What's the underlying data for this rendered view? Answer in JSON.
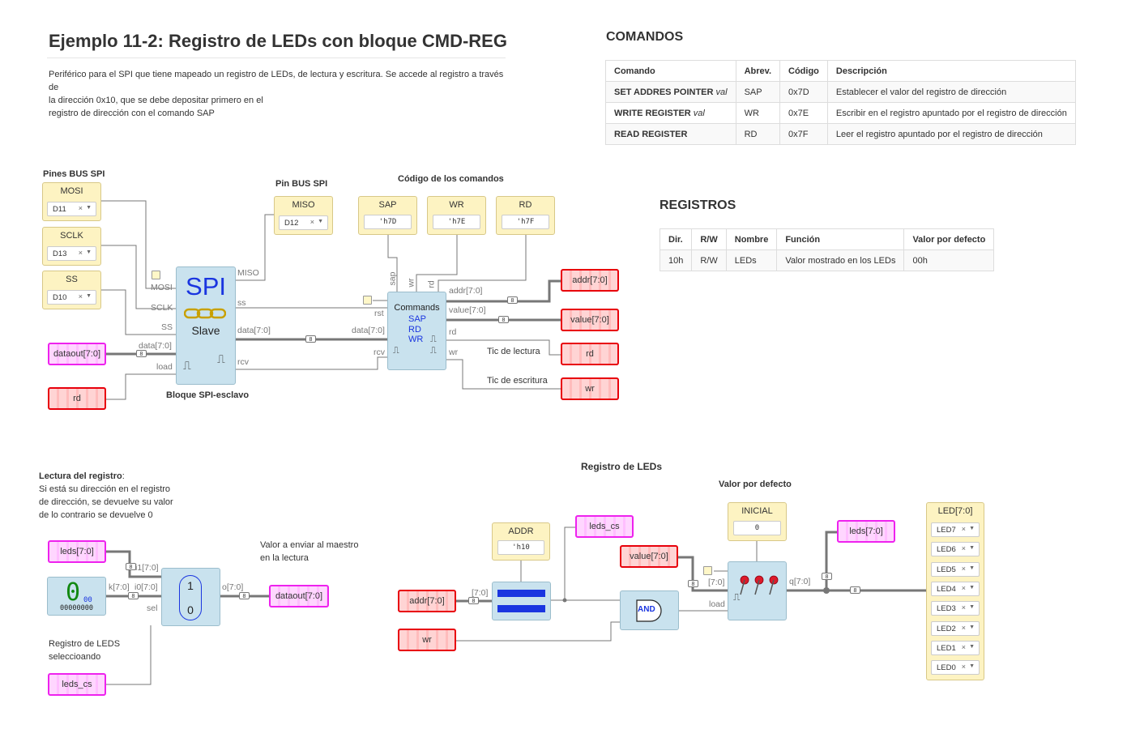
{
  "header": {
    "title": "Ejemplo 11-2: Registro de LEDs con bloque CMD-REG",
    "description_lines": [
      "Periférico para el SPI que tiene mapeado un registro de LEDs, de lectura y escritura. Se accede al registro a través de",
      "la dirección 0x10, que se debe depositar primero en el",
      "registro de dirección con el comando SAP"
    ]
  },
  "comandos": {
    "heading": "COMANDOS",
    "columns": [
      "Comando",
      "Abrev.",
      "Código",
      "Descripción"
    ],
    "rows": [
      {
        "cmd": "SET ADDRES POINTER",
        "arg": "val",
        "abrev": "SAP",
        "codigo": "0x7D",
        "desc": "Establecer el valor del registro de dirección"
      },
      {
        "cmd": "WRITE REGISTER",
        "arg": "val",
        "abrev": "WR",
        "codigo": "0x7E",
        "desc": "Escribir en el registro apuntado por el registro de dirección"
      },
      {
        "cmd": "READ REGISTER",
        "arg": "",
        "abrev": "RD",
        "codigo": "0x7F",
        "desc": "Leer el registro apuntado por el registro de dirección"
      }
    ]
  },
  "registros": {
    "heading": "REGISTROS",
    "columns": [
      "Dir.",
      "R/W",
      "Nombre",
      "Función",
      "Valor por defecto"
    ],
    "rows": [
      {
        "dir": "10h",
        "rw": "R/W",
        "nombre": "LEDs",
        "funcion": "Valor mostrado en los LEDs",
        "defecto": "00h"
      }
    ]
  },
  "circuit1": {
    "pines_label": "Pines BUS SPI",
    "pin_label": "Pin BUS SPI",
    "codigos_label": "Código de los comandos",
    "mosi": {
      "name": "MOSI",
      "pin": "D11"
    },
    "sclk": {
      "name": "SCLK",
      "pin": "D13"
    },
    "ss": {
      "name": "SS",
      "pin": "D10"
    },
    "miso": {
      "name": "MISO",
      "pin": "D12"
    },
    "sap": {
      "name": "SAP",
      "value": "'h7D"
    },
    "wr": {
      "name": "WR",
      "value": "'h7E"
    },
    "rd": {
      "name": "RD",
      "value": "'h7F"
    },
    "spi": {
      "logo": "SPI",
      "mode": "Slave",
      "caption": "Bloque SPI-esclavo",
      "in_mosi": "MOSI",
      "in_sclk": "SCLK",
      "in_ss": "SS",
      "in_data": "data[7:0]",
      "in_load": "load",
      "out_miso": "MISO",
      "out_ss": "ss",
      "out_data": "data[7:0]",
      "out_rcv": "rcv"
    },
    "commands": {
      "title": "Commands",
      "c1": "SAP",
      "c2": "RD",
      "c3": "WR",
      "in_rst": "rst",
      "in_data": "data[7:0]",
      "in_rcv": "rcv",
      "in_sap": "sap",
      "in_wr": "wr",
      "in_rd": "rd",
      "out_addr": "addr[7:0]",
      "out_value": "value[7:0]",
      "out_rd": "rd",
      "out_wr": "wr"
    },
    "tags": {
      "dataout": "dataout[7:0]",
      "rd_in": "rd",
      "addr_out": "addr[7:0]",
      "value_out": "value[7:0]",
      "rd_out": "rd",
      "wr_out": "wr"
    },
    "tic_lectura": "Tic de lectura",
    "tic_escritura": "Tic de escritura",
    "bus_width": "8"
  },
  "circuit2": {
    "lectura_title": "Lectura del registro",
    "lectura_lines": [
      "Si está su dirección en el registro",
      "de dirección, se devuelve su valor",
      "de lo contrario se devuelve 0"
    ],
    "valor_note_lines": [
      "Valor a enviar al maestro",
      "en la lectura"
    ],
    "seleccionado_lines": [
      "Registro de LEDS",
      "seleccioando"
    ],
    "leds_in": "leds[7:0]",
    "leds_cs": "leds_cs",
    "dataout": "dataout[7:0]",
    "const_digit": "0",
    "const_hex": "00",
    "const_bin": "00000000",
    "mux": {
      "in1": "i1[7:0]",
      "in0": "i0[7:0]",
      "kin": "k[7:0]",
      "sel": "sel",
      "out": "o[7:0]",
      "top": "1",
      "bottom": "0"
    },
    "bus_width": "8"
  },
  "circuit3": {
    "title": "Registro de LEDs",
    "valor_defecto": "Valor por defecto",
    "addr_const": {
      "name": "ADDR",
      "value": "'h10"
    },
    "inicial_const": {
      "name": "INICIAL",
      "value": "0"
    },
    "leds_cs": "leds_cs",
    "value_in": "value[7:0]",
    "addr_in": "addr[7:0]",
    "wr_in": "wr",
    "leds_out": "leds[7:0]",
    "and_label": "AND",
    "reg": {
      "in": "[7:0]",
      "load": "load",
      "out": "q[7:0]"
    },
    "cmp_in": "[7:0]",
    "bus_width": "8",
    "led_block": {
      "name": "LED[7:0]",
      "items": [
        {
          "label": "LED7"
        },
        {
          "label": "LED6"
        },
        {
          "label": "LED5"
        },
        {
          "label": "LED4"
        },
        {
          "label": "LED3"
        },
        {
          "label": "LED2"
        },
        {
          "label": "LED1"
        },
        {
          "label": "LED0"
        }
      ]
    }
  },
  "colors": {
    "wire": "#777777",
    "bus": "#777777",
    "block_yellow": "#fdf3c2",
    "block_blue": "#c9e2ee",
    "tag_red": "#e8000b",
    "tag_magenta": "#ee22ee",
    "spi_blue": "#1a35e0",
    "led_red": "#dd1a2a"
  }
}
